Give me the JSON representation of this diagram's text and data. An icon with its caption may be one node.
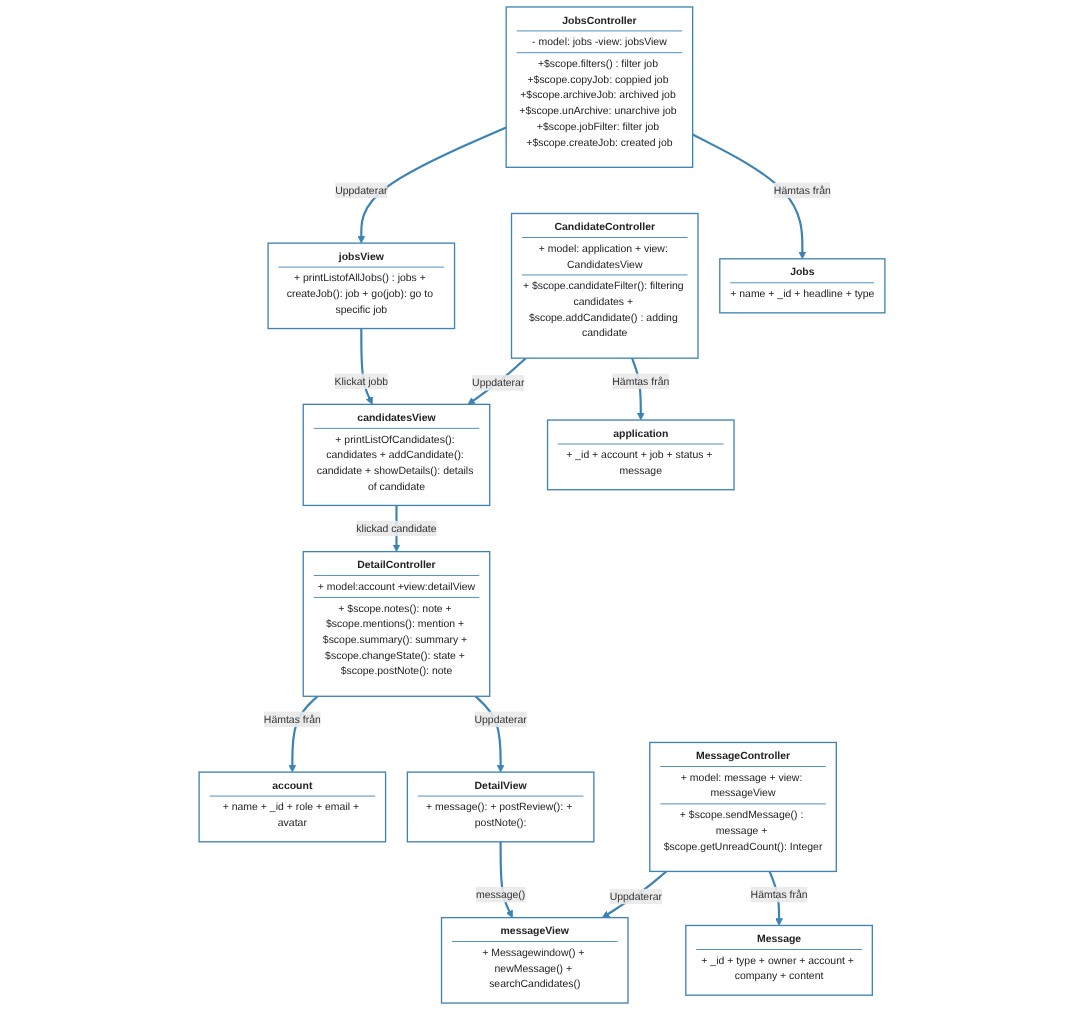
{
  "diagram": {
    "nodes": [
      {
        "text": [
          "jobsView",
          "+ printListofAllJobs() : jobs + createJob(): job + go(job): go to specific job"
        ]
      },
      {
        "text": [
          "JobsController",
          "- model: jobs -view: jobsView",
          "+$scope.filters() : filter job +$scope.copyJob: coppied job +$scope.archiveJob: archived job +$scope.unArchive: unarchive job +$scope.jobFilter: filter job +$scope.createJob: created job"
        ]
      },
      {
        "text": [
          "CandidateController",
          "+ model: application + view: CandidatesView",
          "+ $scope.candidateFilter(): filtering candidates + $scope.addCandidate() : adding candidate"
        ]
      },
      {
        "text": [
          "candidatesView",
          "+ printListOfCandidates(): candidates + addCandidate(): candidate + showDetails(): details of candidate"
        ]
      },
      {
        "text": [
          "Jobs",
          "+ name + _id + headline + type"
        ]
      },
      {
        "text": [
          "application",
          "+ _id + account + job + status + message"
        ]
      },
      {
        "text": [
          "account",
          "+ name + _id + role + email + avatar"
        ]
      },
      {
        "text": [
          "DetailController",
          "+ model:account +view:detailView",
          "+ $scope.notes(): note + $scope.mentions(): mention + $scope.summary(): summary + $scope.changeState(): state + $scope.postNote(): note"
        ]
      },
      {
        "text": [
          "DetailView",
          "+ message(): + postReview(): + postNote():"
        ]
      },
      {
        "text": [
          "Message",
          "+ _id + type + owner + account + company + content"
        ]
      },
      {
        "text": [
          "MessageController",
          "+ model: message + view: messageView",
          "+ $scope.sendMessage() : message + $scope.getUnreadCount(): Integer"
        ]
      },
      {
        "text": [
          "messageView",
          "+ Messagewindow() + newMessage() + searchCandidates()"
        ]
      }
    ],
    "edges": [
      {
        "from": 1,
        "to": 0,
        "arrow": "to",
        "label": "Uppdaterar"
      },
      {
        "from": 0,
        "to": 3,
        "arrow": "to",
        "label": "Klickat jobb"
      },
      {
        "from": 1,
        "to": 4,
        "arrow": "to",
        "label": "Hämtas från"
      },
      {
        "from": 2,
        "to": 3,
        "arrow": "to",
        "label": "Uppdaterar"
      },
      {
        "from": 2,
        "to": 5,
        "arrow": "to",
        "label": "Hämtas från"
      },
      {
        "from": 3,
        "to": 7,
        "arrow": "to",
        "label": "klickad candidate"
      },
      {
        "from": 7,
        "to": 6,
        "arrow": "to",
        "label": "Hämtas från"
      },
      {
        "from": 7,
        "to": 8,
        "arrow": "to",
        "label": "Uppdaterar"
      },
      {
        "from": 8,
        "to": 11,
        "arrow": "to",
        "label": "message()"
      },
      {
        "from": 10,
        "to": 9,
        "arrow": "to",
        "label": "Hämtas från"
      },
      {
        "from": 10,
        "to": 11,
        "arrow": "to",
        "label": "Uppdaterar"
      }
    ]
  }
}
